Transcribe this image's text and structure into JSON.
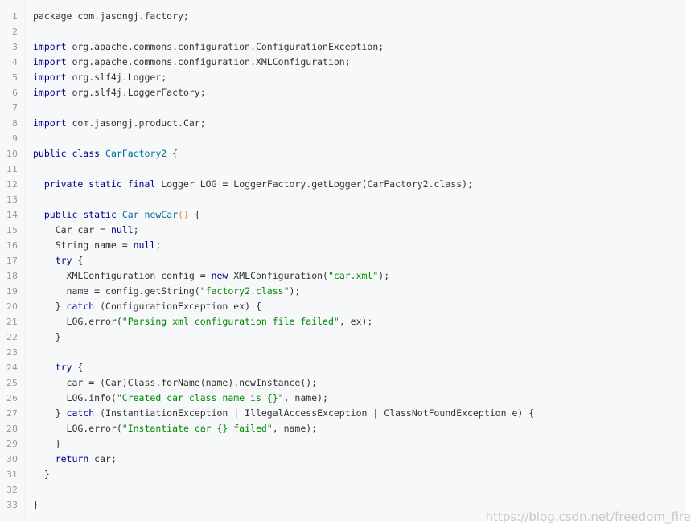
{
  "watermark": "https://blog.csdn.net/freedom_fire",
  "colors": {
    "keyword": "#000088",
    "type": "#660066",
    "string": "#008800",
    "punctuation": "#ef8813",
    "plain": "#333333",
    "line_number": "#999999",
    "background": "#f6f8fa"
  },
  "lines": [
    {
      "n": "1",
      "tokens": [
        [
          "pln",
          "package com.jasongj.factory;"
        ]
      ]
    },
    {
      "n": "2",
      "tokens": []
    },
    {
      "n": "3",
      "tokens": [
        [
          "kw",
          "import"
        ],
        [
          "pln",
          " org.apache.commons.configuration.ConfigurationException;"
        ]
      ]
    },
    {
      "n": "4",
      "tokens": [
        [
          "kw",
          "import"
        ],
        [
          "pln",
          " org.apache.commons.configuration.XMLConfiguration;"
        ]
      ]
    },
    {
      "n": "5",
      "tokens": [
        [
          "kw",
          "import"
        ],
        [
          "pln",
          " org.slf4j.Logger;"
        ]
      ]
    },
    {
      "n": "6",
      "tokens": [
        [
          "kw",
          "import"
        ],
        [
          "pln",
          " org.slf4j.LoggerFactory;"
        ]
      ]
    },
    {
      "n": "7",
      "tokens": []
    },
    {
      "n": "8",
      "tokens": [
        [
          "kw",
          "import"
        ],
        [
          "pln",
          " com.jasongj.product.Car;"
        ]
      ]
    },
    {
      "n": "9",
      "tokens": []
    },
    {
      "n": "10",
      "tokens": [
        [
          "kw",
          "public class"
        ],
        [
          "pln",
          " "
        ],
        [
          "ty2",
          "CarFactory2"
        ],
        [
          "pln",
          " {"
        ]
      ]
    },
    {
      "n": "11",
      "tokens": []
    },
    {
      "n": "12",
      "tokens": [
        [
          "pln",
          "  "
        ],
        [
          "kw",
          "private static final"
        ],
        [
          "pln",
          " Logger LOG = LoggerFactory.getLogger(CarFactory2.class);"
        ]
      ]
    },
    {
      "n": "13",
      "tokens": []
    },
    {
      "n": "14",
      "tokens": [
        [
          "pln",
          "  "
        ],
        [
          "kw",
          "public static"
        ],
        [
          "pln",
          " "
        ],
        [
          "ty2",
          "Car"
        ],
        [
          "pln",
          " "
        ],
        [
          "ty2",
          "newCar"
        ],
        [
          "pun",
          "()"
        ],
        [
          "pln",
          " {"
        ]
      ]
    },
    {
      "n": "15",
      "tokens": [
        [
          "pln",
          "    Car car = "
        ],
        [
          "kw",
          "null"
        ],
        [
          "pln",
          ";"
        ]
      ]
    },
    {
      "n": "16",
      "tokens": [
        [
          "pln",
          "    String name = "
        ],
        [
          "kw",
          "null"
        ],
        [
          "pln",
          ";"
        ]
      ]
    },
    {
      "n": "17",
      "tokens": [
        [
          "pln",
          "    "
        ],
        [
          "kw",
          "try"
        ],
        [
          "pln",
          " {"
        ]
      ]
    },
    {
      "n": "18",
      "tokens": [
        [
          "pln",
          "      XMLConfiguration config = "
        ],
        [
          "kw",
          "new"
        ],
        [
          "pln",
          " XMLConfiguration("
        ],
        [
          "str",
          "\"car.xml\""
        ],
        [
          "pln",
          ");"
        ]
      ]
    },
    {
      "n": "19",
      "tokens": [
        [
          "pln",
          "      name = config.getString("
        ],
        [
          "str",
          "\"factory2.class\""
        ],
        [
          "pln",
          ");"
        ]
      ]
    },
    {
      "n": "20",
      "tokens": [
        [
          "pln",
          "    } "
        ],
        [
          "kw",
          "catch"
        ],
        [
          "pln",
          " (ConfigurationException ex) {"
        ]
      ]
    },
    {
      "n": "21",
      "tokens": [
        [
          "pln",
          "      LOG.error("
        ],
        [
          "str",
          "\"Parsing xml configuration file failed\""
        ],
        [
          "pln",
          ", ex);"
        ]
      ]
    },
    {
      "n": "22",
      "tokens": [
        [
          "pln",
          "    }"
        ]
      ]
    },
    {
      "n": "23",
      "tokens": []
    },
    {
      "n": "24",
      "tokens": [
        [
          "pln",
          "    "
        ],
        [
          "kw",
          "try"
        ],
        [
          "pln",
          " {"
        ]
      ]
    },
    {
      "n": "25",
      "tokens": [
        [
          "pln",
          "      car = (Car)Class.forName(name).newInstance();"
        ]
      ]
    },
    {
      "n": "26",
      "tokens": [
        [
          "pln",
          "      LOG.info("
        ],
        [
          "str",
          "\"Created car class name is {}\""
        ],
        [
          "pln",
          ", name);"
        ]
      ]
    },
    {
      "n": "27",
      "tokens": [
        [
          "pln",
          "    } "
        ],
        [
          "kw",
          "catch"
        ],
        [
          "pln",
          " (InstantiationException | IllegalAccessException | ClassNotFoundException e) {"
        ]
      ]
    },
    {
      "n": "28",
      "tokens": [
        [
          "pln",
          "      LOG.error("
        ],
        [
          "str",
          "\"Instantiate car {} failed\""
        ],
        [
          "pln",
          ", name);"
        ]
      ]
    },
    {
      "n": "29",
      "tokens": [
        [
          "pln",
          "    }"
        ]
      ]
    },
    {
      "n": "30",
      "tokens": [
        [
          "pln",
          "    "
        ],
        [
          "kw",
          "return"
        ],
        [
          "pln",
          " car;"
        ]
      ]
    },
    {
      "n": "31",
      "tokens": [
        [
          "pln",
          "  }"
        ]
      ]
    },
    {
      "n": "32",
      "tokens": []
    },
    {
      "n": "33",
      "tokens": [
        [
          "pln",
          "}"
        ]
      ]
    }
  ]
}
